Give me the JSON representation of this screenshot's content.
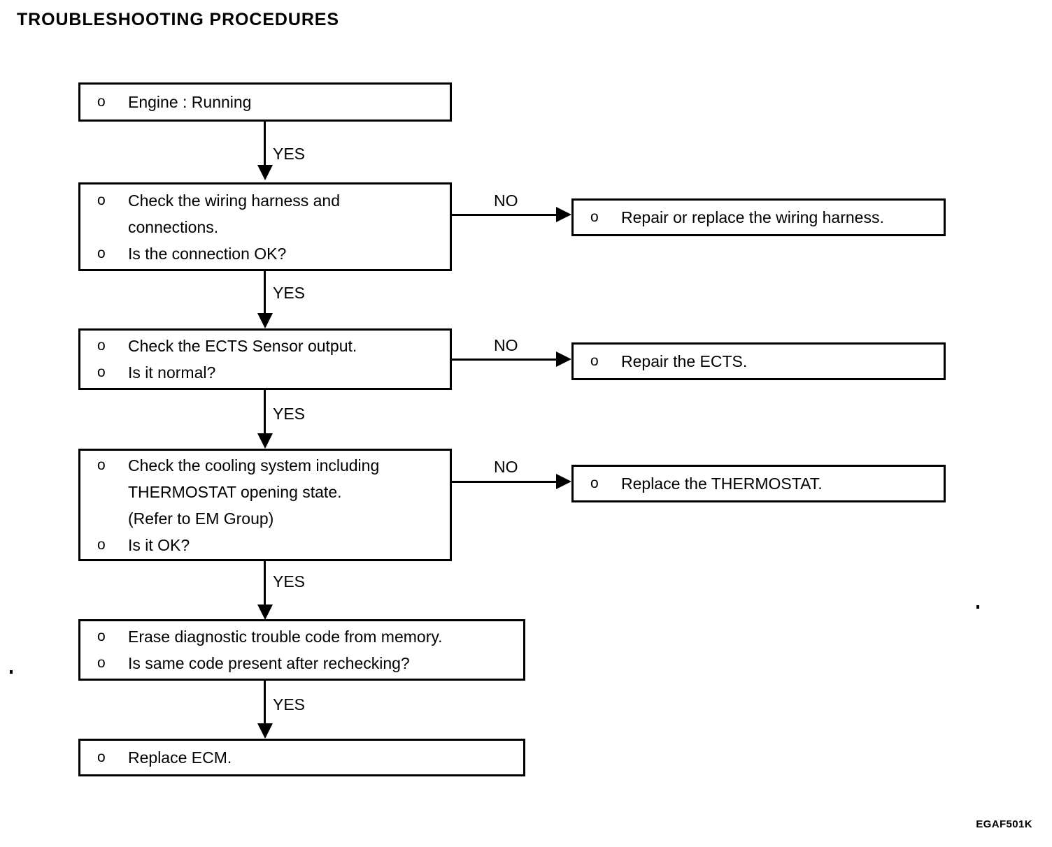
{
  "title": "TROUBLESHOOTING PROCEDURES",
  "doc_code": "EGAF501K",
  "bullet_glyph": "o",
  "edge_labels": {
    "yes": "YES",
    "no": "NO"
  },
  "nodes": {
    "engine_running": {
      "lines": [
        "Engine : Running"
      ]
    },
    "check_harness": {
      "lines": [
        "Check the wiring harness and",
        "connections.",
        "Is the connection OK?"
      ]
    },
    "repair_harness": {
      "lines": [
        "Repair or replace the wiring harness."
      ]
    },
    "check_ects": {
      "lines": [
        "Check the ECTS Sensor output.",
        "Is it normal?"
      ]
    },
    "repair_ects": {
      "lines": [
        "Repair the ECTS."
      ]
    },
    "check_cooling": {
      "lines": [
        "Check the cooling system including",
        "THERMOSTAT opening state.",
        "(Refer to EM Group)",
        "Is it OK?"
      ]
    },
    "replace_thermostat": {
      "lines": [
        "Replace the THERMOSTAT."
      ]
    },
    "erase_dtc": {
      "lines": [
        "Erase diagnostic trouble code from memory.",
        "Is same code present after rechecking?"
      ]
    },
    "replace_ecm": {
      "lines": [
        "Replace ECM."
      ]
    }
  },
  "edges": {
    "yes_1": "YES",
    "yes_2": "YES",
    "yes_3": "YES",
    "yes_4": "YES",
    "yes_5": "YES",
    "no_1": "NO",
    "no_2": "NO",
    "no_3": "NO"
  }
}
